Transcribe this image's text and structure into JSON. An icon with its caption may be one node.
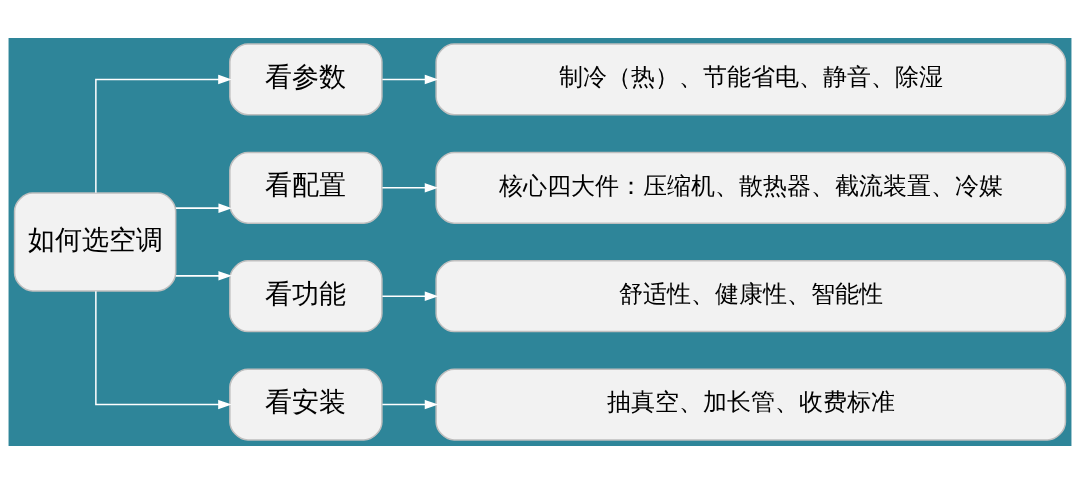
{
  "diagram": {
    "nodes": [
      {
        "text": [
          "如何选空调"
        ]
      },
      {
        "text": [
          "看参数"
        ]
      },
      {
        "text": [
          "制冷（热）、节能省电、静音、除湿"
        ]
      },
      {
        "text": [
          "看配置"
        ]
      },
      {
        "text": [
          "核心四大件：压缩机、散热器、截流装置、冷媒"
        ]
      },
      {
        "text": [
          "看功能"
        ]
      },
      {
        "text": [
          "舒适性、健康性、智能性"
        ]
      },
      {
        "text": [
          "看安装"
        ]
      },
      {
        "text": [
          "抽真空、加长管、收费标准"
        ]
      }
    ],
    "edges": [
      {
        "from": 0,
        "to": 1,
        "arrow": "to"
      },
      {
        "from": 0,
        "to": 3,
        "arrow": "to"
      },
      {
        "from": 0,
        "to": 5,
        "arrow": "to"
      },
      {
        "from": 0,
        "to": 7,
        "arrow": "to"
      },
      {
        "from": 1,
        "to": 2,
        "arrow": "to"
      },
      {
        "from": 3,
        "to": 4,
        "arrow": "to"
      },
      {
        "from": 5,
        "to": 6,
        "arrow": "to"
      },
      {
        "from": 7,
        "to": 8,
        "arrow": "to"
      }
    ]
  }
}
